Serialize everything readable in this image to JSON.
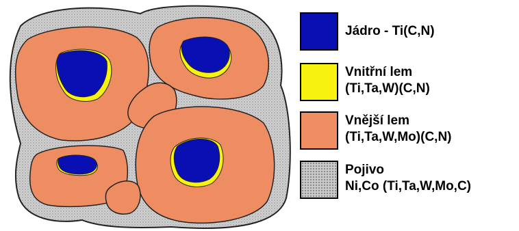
{
  "colors": {
    "core": "#0a0fb4",
    "inner_rim": "#f7f20f",
    "outer_rim": "#ee8c62",
    "binder": "#c9c9c9",
    "outline": "#333333"
  },
  "legend": [
    {
      "name": "core",
      "icon": "blue-swatch",
      "color": "#0a0fb4",
      "line1": "Jádro - Ti(C,N)",
      "line2": ""
    },
    {
      "name": "inner-rim",
      "icon": "yellow-swatch",
      "color": "#f7f20f",
      "line1": "Vnitřní lem",
      "line2": "(Ti,Ta,W)(C,N)"
    },
    {
      "name": "outer-rim",
      "icon": "orange-swatch",
      "color": "#ee8c62",
      "line1": "Vnější lem",
      "line2": "(Ti,Ta,W,Mo)(C,N)"
    },
    {
      "name": "binder",
      "icon": "gray-dotted-swatch",
      "color": "#c9c9c9",
      "line1": "Pojivo",
      "line2": "Ni,Co (Ti,Ta,W,Mo,C)"
    }
  ]
}
